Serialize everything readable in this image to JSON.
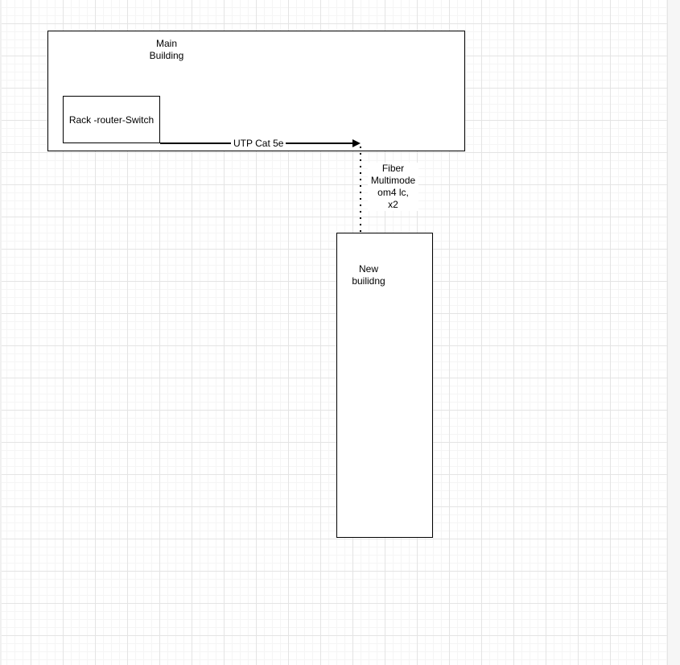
{
  "colors": {
    "stroke": "#000000",
    "canvas_bg": "#ffffff",
    "grid_major": "#e4e4e4",
    "grid_minor": "#f5f5f5",
    "scrollbar_track": "#f6f6f6",
    "scrollbar_edge": "#e5e5e5"
  },
  "nodes": {
    "main_building": {
      "lines": [
        "Main",
        "Building"
      ]
    },
    "rack": {
      "label": "Rack -router-Switch"
    },
    "new_building": {
      "lines": [
        "New",
        "builidng"
      ]
    }
  },
  "edges": {
    "utp": {
      "label": "UTP Cat 5e",
      "style": "solid",
      "marker": "arrow-right"
    },
    "fiber": {
      "lines": [
        "Fiber",
        "Multimode",
        "om4 lc,",
        "x2"
      ],
      "style": "dotted",
      "marker": "none"
    }
  }
}
